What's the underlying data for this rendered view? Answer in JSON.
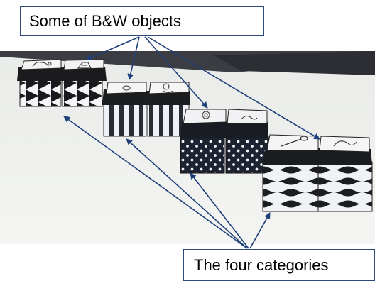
{
  "annotations": {
    "top_label": "Some of B&W objects",
    "bottom_label": "The four categories"
  },
  "colors": {
    "arrow": "#1f3f7a",
    "label_border": "#2c4a7a",
    "box_lid": "#1b1b1d",
    "box_face": "#f1f3f6",
    "table": "#eef0ee",
    "wall": "#3a3c40"
  },
  "objects": [
    {
      "category": "triangles",
      "icons": [
        "sheep-drawing-icon",
        "house-drawing-icon"
      ]
    },
    {
      "category": "stripes",
      "icons": [
        "mouse-drawing-icon",
        "duck-drawing-icon"
      ]
    },
    {
      "category": "polka-dots",
      "icons": [
        "flower-drawing-icon",
        "cat-drawing-icon"
      ]
    },
    {
      "category": "waves",
      "icons": [
        "spoon-drawing-icon",
        "bird-drawing-icon"
      ]
    }
  ]
}
